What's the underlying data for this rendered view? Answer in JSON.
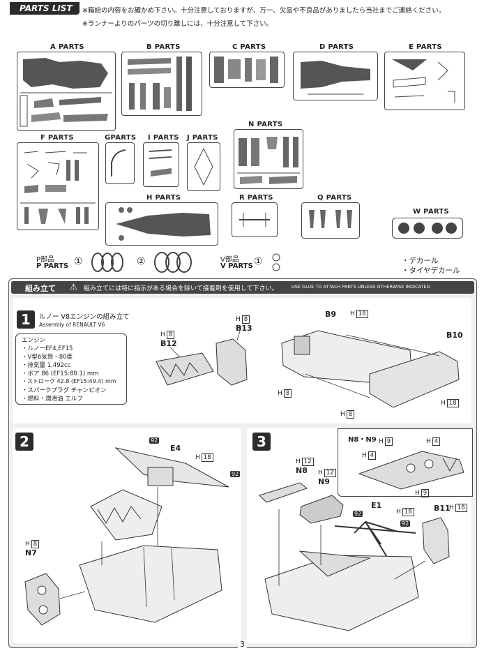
{
  "header": {
    "title": "PARTS LIST",
    "notes": [
      "※箱絵の内容をお確かめ下さい。十分注意しておりますが、万一、欠品や不良品がありましたら当社までご連絡ください。",
      "※ランナーよりのパーツの切り離しには、十分注意して下さい。"
    ]
  },
  "runners": {
    "a": "A PARTS",
    "b": "B PARTS",
    "c": "C PARTS",
    "d": "D PARTS",
    "e": "E PARTS",
    "f": "F PARTS",
    "g": "GPARTS",
    "i": "I PARTS",
    "j": "J PARTS",
    "n": "N PARTS",
    "h": "H PARTS",
    "r": "R PARTS",
    "q": "Q PARTS",
    "w": "W PARTS"
  },
  "tires": {
    "p_jp": "P部品",
    "p_en": "P PARTS",
    "v_jp": "V部品",
    "v_en": "V PARTS",
    "c1": "①",
    "c2": "②",
    "vc1": "①",
    "decal": "・デカール",
    "tire_decal": "・タイヤデカール"
  },
  "assembly": {
    "title": "組み立て",
    "warning_jp": "組み立てには特に指示がある場合を除いて接着剤を使用して下さい。",
    "warning_en": "USE GLUE TO ATTACH PARTS UNLESS OTHERWISE INDICATED"
  },
  "step1": {
    "number": "1",
    "title_jp": "ルノー V8エンジンの組み立て",
    "title_en": "Assembly of RENAULT V6",
    "spec_lines": [
      "エンジン",
      "・ルノーEF4,EF15",
      "・V型6気筒・80度",
      "・排気量 1,492cc",
      "・ボア 86 (EF15:80.1) mm",
      "・ストローク 42.8 (EF15:49.4) mm",
      "・スパークプラグ チャンピオン",
      "・燃料・潤滑油 エルフ"
    ],
    "labels": {
      "b12": "B12",
      "b13": "B13",
      "b9": "B9",
      "b10": "B10"
    },
    "h_prefix": "H",
    "h_values": {
      "h1": "8",
      "h2": "8",
      "h3": "18",
      "h4": "8",
      "h5": "8",
      "h6": "18"
    }
  },
  "step2": {
    "number": "2",
    "labels": {
      "e4": "E4",
      "n7": "N7"
    },
    "h_prefix": "H",
    "h_values": {
      "h1": "18",
      "h2": "8"
    },
    "badge": "92"
  },
  "step3": {
    "number": "3",
    "inset_title": "N8・N9",
    "labels": {
      "n8": "N8",
      "n9": "N9",
      "e1": "E1",
      "b11": "B11"
    },
    "h_prefix": "H",
    "h_values": {
      "n8": "12",
      "n9": "12",
      "e1": "18",
      "b11": "18",
      "in1": "9",
      "in2": "4",
      "in3": "4",
      "in4": "9"
    },
    "badge": "92"
  },
  "footer": {
    "page_number": "3"
  }
}
